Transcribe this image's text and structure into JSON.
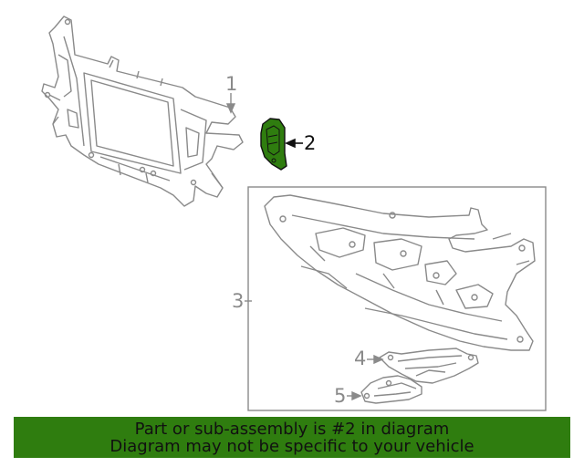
{
  "callouts": {
    "part1": "1",
    "part2": "2",
    "part3": "3",
    "part4": "4",
    "part5": "5"
  },
  "banner": {
    "line1": "Part or sub-assembly is #2 in diagram",
    "line2": "Diagram may not be specific to your vehicle"
  },
  "colors": {
    "highlight": "#2f7d0f",
    "line_art": "#8a8a8a",
    "banner_bg": "#2f7d0f"
  }
}
